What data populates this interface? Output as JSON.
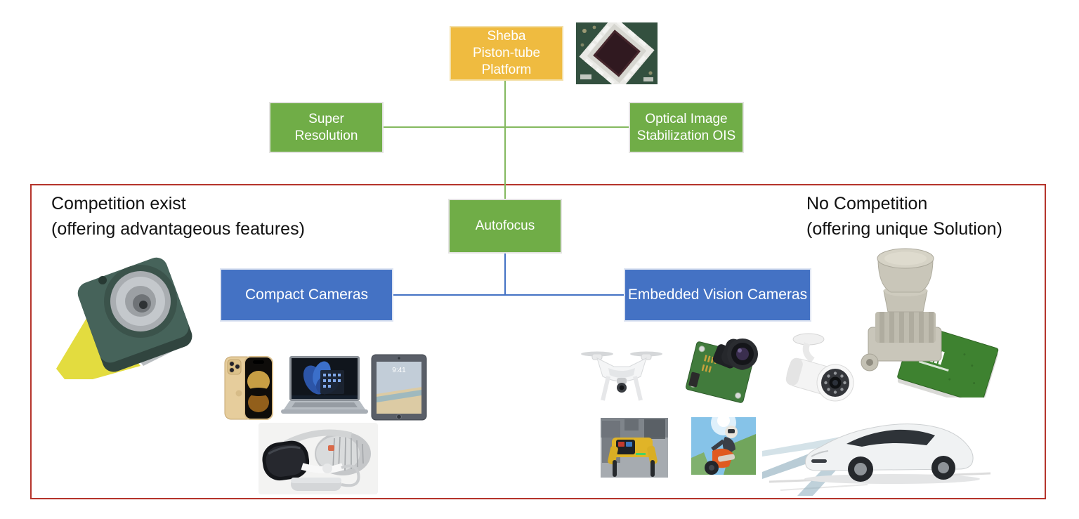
{
  "nodes": {
    "platform": {
      "label": "Sheba\nPiston-tube\nPlatform"
    },
    "super_resolution": {
      "label": "Super\nResolution"
    },
    "ois": {
      "label": "Optical Image\nStabilization OIS"
    },
    "autofocus": {
      "label": "Autofocus"
    },
    "compact_cameras": {
      "label": "Compact Cameras"
    },
    "embedded_vision_cameras": {
      "label": "Embedded Vision Cameras"
    }
  },
  "annotations": {
    "left": {
      "title": "Competition exist",
      "subtitle": "(offering advantageous features)"
    },
    "right": {
      "title": "No Competition",
      "subtitle": "(offering unique Solution)"
    }
  },
  "tablet": {
    "clock": "9:41"
  },
  "colors": {
    "platform_fill": "#EFBB40",
    "feature_fill": "#70AD47",
    "category_fill": "#4472C4",
    "frame_stroke": "#B5342B",
    "green_connector": "#84B95F",
    "blue_connector": "#4472C4"
  },
  "images": {
    "sensor_chip": "image-sensor-chip-photo",
    "camera_module": "compact-camera-module-render",
    "iphone": "smartphone-photo",
    "laptop": "laptop-photo",
    "tablet": "tablet-photo",
    "vision_pro": "vr-headset-photo",
    "drone": "drone-photo",
    "board_camera": "embedded-board-camera-photo",
    "bullet_camera": "security-bullet-camera-photo",
    "robot_dog": "robot-dog-photo",
    "action_shot": "motocross-action-camera-photo",
    "car": "autonomous-car-with-vision-beams",
    "lens_module": "large-lens-camera-module-render"
  }
}
